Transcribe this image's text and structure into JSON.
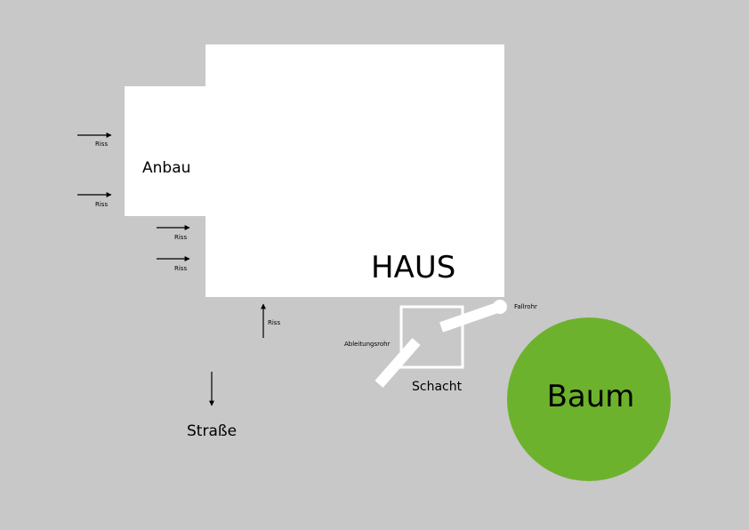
{
  "labels": {
    "haus": "HAUS",
    "anbau": "Anbau",
    "schacht": "Schacht",
    "fallrohr": "Fallrohr",
    "ableitungsrohr": "Ableitungsrohr",
    "baum": "Baum",
    "strasse": "Straße",
    "riss": [
      "Riss",
      "Riss",
      "Riss",
      "Riss",
      "Riss"
    ]
  },
  "colors": {
    "background": "#c8c8c8",
    "building": "#ffffff",
    "tree": "#6db22c",
    "arrow": "#000000"
  }
}
